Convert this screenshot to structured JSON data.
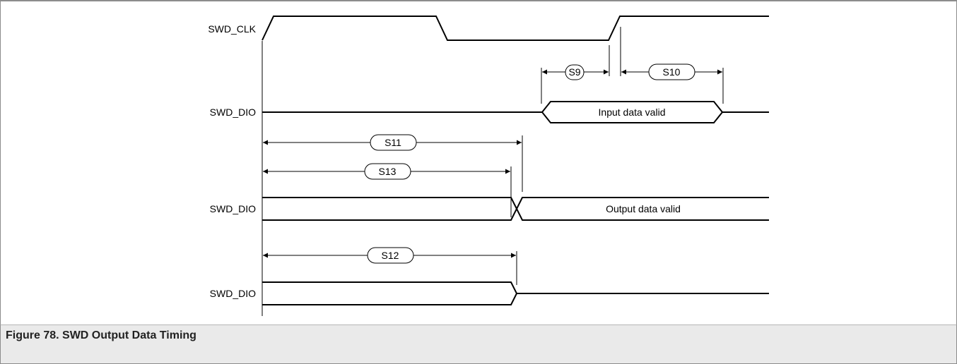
{
  "signals": {
    "clk": "SWD_CLK",
    "dio_input": "SWD_DIO",
    "dio_output": "SWD_DIO",
    "dio_tristate": "SWD_DIO"
  },
  "data_labels": {
    "input_valid": "Input data valid",
    "output_valid": "Output data valid"
  },
  "timing_labels": {
    "s9": "S9",
    "s10": "S10",
    "s11": "S11",
    "s12": "S12",
    "s13": "S13"
  },
  "caption": "Figure 78. SWD Output Data Timing"
}
